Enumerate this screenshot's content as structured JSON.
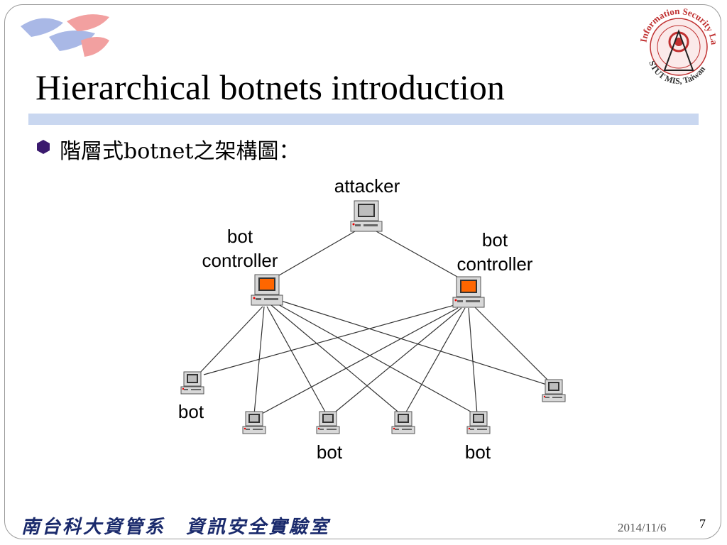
{
  "slide": {
    "title": "Hierarchical botnets introduction",
    "bullet": "階層式botnet之架構圖：",
    "footer_left": "南台科大資管系　資訊安全實驗室",
    "date": "2014/11/6",
    "page_number": "7",
    "logo_text": "Information Security Lab. STUT MIS, Taiwan"
  },
  "diagram": {
    "labels": {
      "attacker": "attacker",
      "controller_left_1": "bot",
      "controller_left_2": "controller",
      "controller_right_1": "bot",
      "controller_right_2": "controller",
      "bot_left": "bot",
      "bot_mid": "bot",
      "bot_right": "bot"
    }
  },
  "colors": {
    "accent_bar": "#c9d7f0",
    "bullet": "#3a1a6e",
    "screen_orange": "#ff6600",
    "footer_text": "#1a2a6c"
  }
}
